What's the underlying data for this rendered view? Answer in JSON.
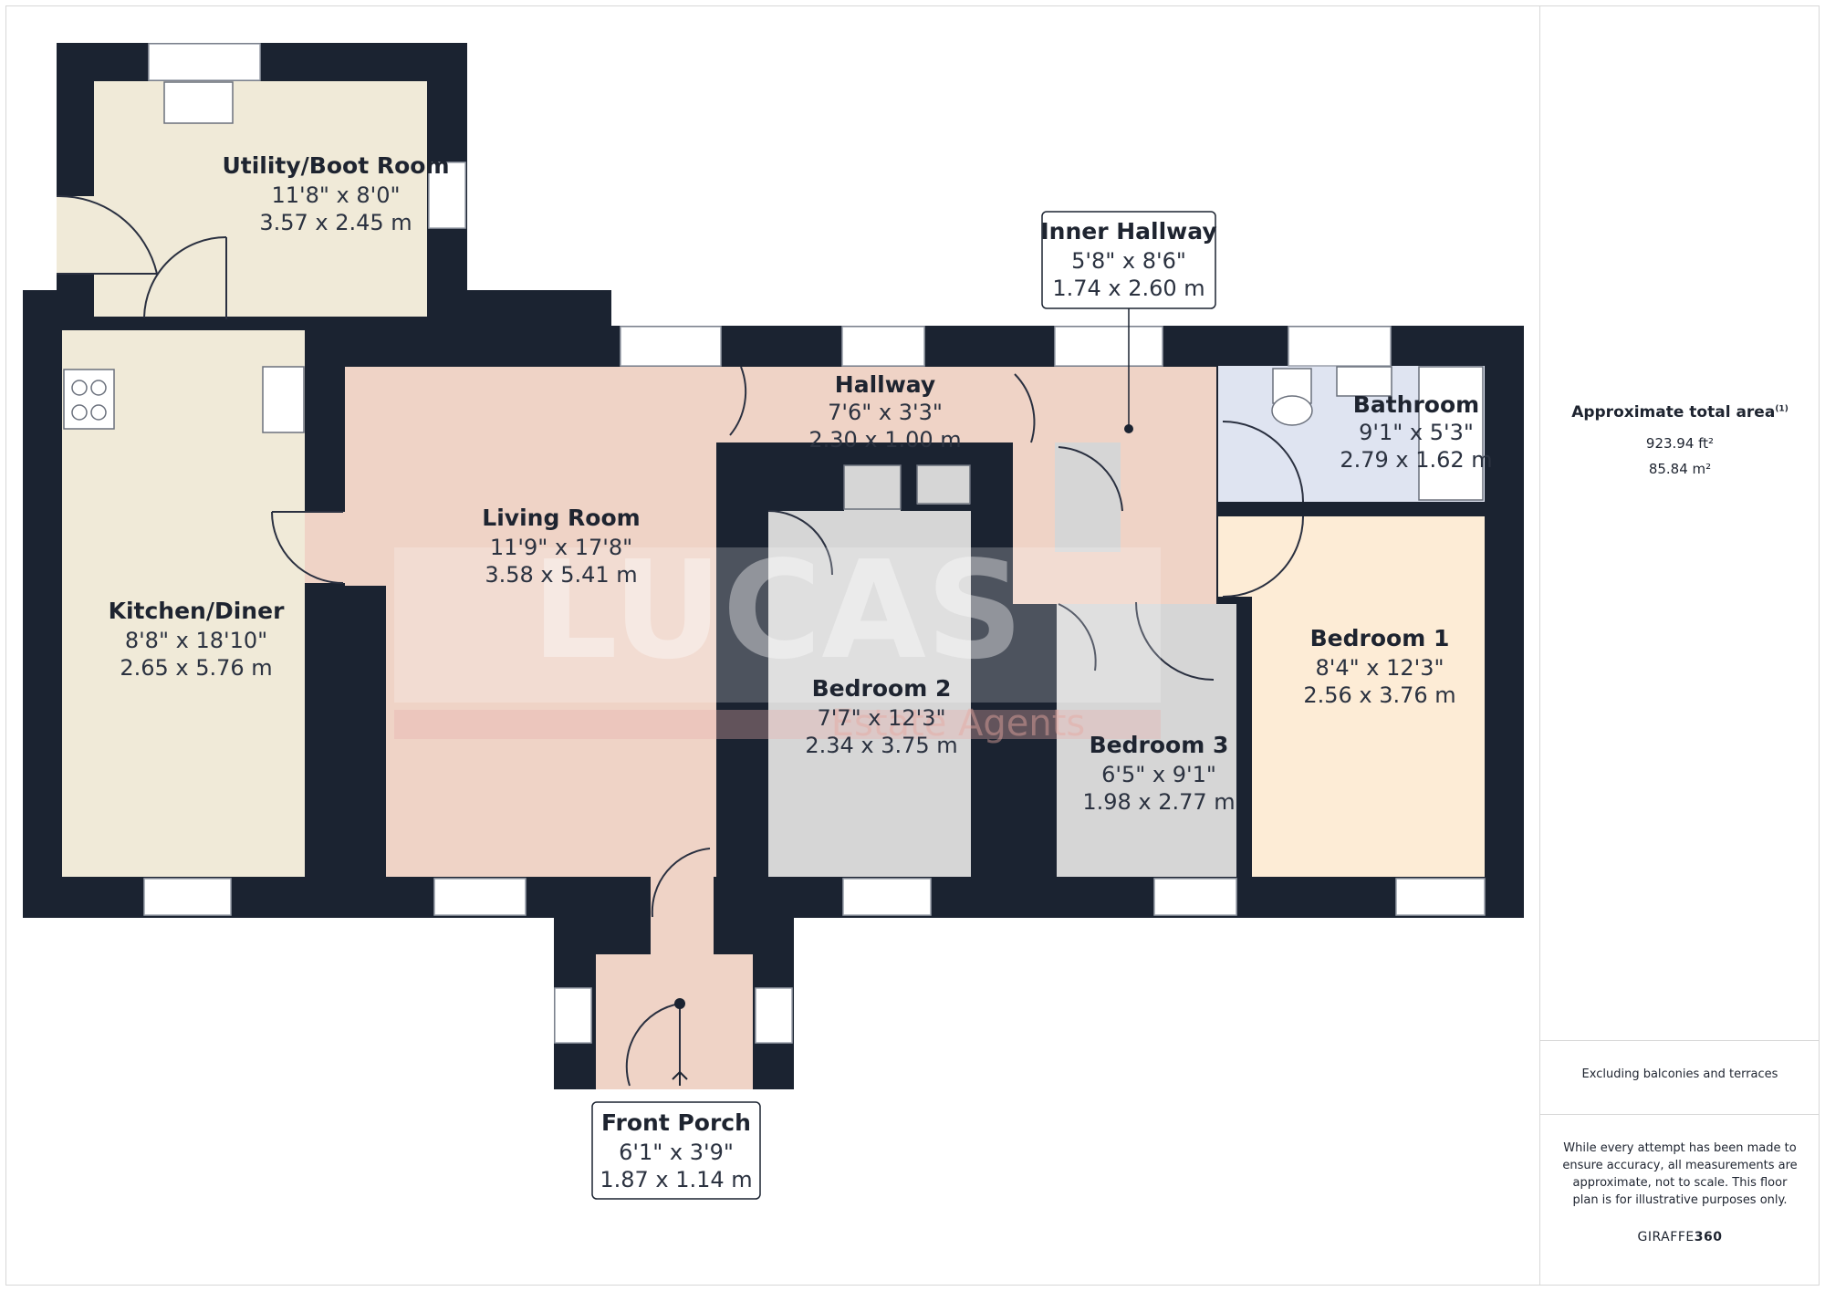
{
  "rooms": {
    "utility": {
      "name": "Utility/Boot Room",
      "imperial": "11'8\" x 8'0\"",
      "metric": "3.57 x 2.45 m"
    },
    "kitchen": {
      "name": "Kitchen/Diner",
      "imperial": "8'8\" x 18'10\"",
      "metric": "2.65 x 5.76 m"
    },
    "living": {
      "name": "Living Room",
      "imperial": "11'9\" x 17'8\"",
      "metric": "3.58 x 5.41 m"
    },
    "hallway": {
      "name": "Hallway",
      "imperial": "7'6\" x 3'3\"",
      "metric": "2.30 x 1.00 m"
    },
    "inner_hallway": {
      "name": "Inner Hallway",
      "imperial": "5'8\" x 8'6\"",
      "metric": "1.74 x 2.60 m"
    },
    "bathroom": {
      "name": "Bathroom",
      "imperial": "9'1\" x 5'3\"",
      "metric": "2.79 x 1.62 m"
    },
    "bedroom1": {
      "name": "Bedroom 1",
      "imperial": "8'4\" x 12'3\"",
      "metric": "2.56 x 3.76 m"
    },
    "bedroom2": {
      "name": "Bedroom 2",
      "imperial": "7'7\" x 12'3\"",
      "metric": "2.34 x 3.75 m"
    },
    "bedroom3": {
      "name": "Bedroom 3",
      "imperial": "6'5\" x 9'1\"",
      "metric": "1.98 x 2.77 m"
    },
    "front_porch": {
      "name": "Front Porch",
      "imperial": "6'1\" x 3'9\"",
      "metric": "1.87 x 1.14 m"
    }
  },
  "watermark": {
    "brand": "LUCAS",
    "tagline": "Estate Agents"
  },
  "sidebar": {
    "area_title": "Approximate total area",
    "area_footnote": "(1)",
    "area_sqft": "923.94 ft²",
    "area_sqm": "85.84 m²",
    "exclusion_note": "Excluding balconies and terraces",
    "disclaimer": [
      "While every attempt has been made to",
      "ensure accuracy, all measurements are",
      "approximate, not to scale. This floor",
      "plan is for illustrative purposes only."
    ],
    "brand_plain": "GIRAFFE",
    "brand_bold": "360"
  },
  "colors": {
    "wall": "#1b2331",
    "utility_kitchen": "#f0ead8",
    "living_hall": "#efd3c6",
    "bedroom_grey": "#d6d6d6",
    "bedroom1": "#fdecd6",
    "bathroom": "#dfe4f1"
  }
}
